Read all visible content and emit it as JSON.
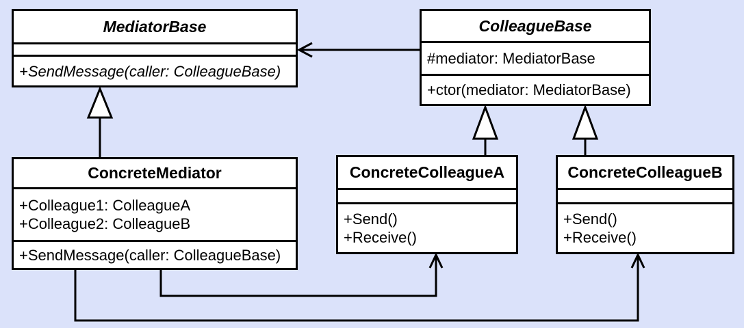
{
  "diagram": {
    "colors": {
      "background": "#dbe2fa",
      "class_fill": "#ffffff",
      "line": "#000000",
      "text": "#000000"
    },
    "classes": [
      {
        "name": "MediatorBase",
        "abstract": true,
        "attributes": [],
        "methods": [
          "+SendMessage(caller: ColleagueBase)"
        ]
      },
      {
        "name": "ColleagueBase",
        "abstract": true,
        "attributes": [
          "#mediator: MediatorBase"
        ],
        "methods": [
          "+ctor(mediator: MediatorBase)"
        ]
      },
      {
        "name": "ConcreteMediator",
        "abstract": false,
        "attributes": [
          "+Colleague1: ColleagueA",
          "+Colleague2: ColleagueB"
        ],
        "methods": [
          "+SendMessage(caller: ColleagueBase)"
        ]
      },
      {
        "name": "ConcreteColleagueA",
        "abstract": false,
        "attributes": [],
        "methods": [
          "+Send()",
          "+Receive()"
        ]
      },
      {
        "name": "ConcreteColleagueB",
        "abstract": false,
        "attributes": [],
        "methods": [
          "+Send()",
          "+Receive()"
        ]
      }
    ],
    "relationships": [
      {
        "type": "association",
        "from": "ColleagueBase",
        "to": "MediatorBase",
        "arrowhead": "open"
      },
      {
        "type": "generalization",
        "from": "ConcreteMediator",
        "to": "MediatorBase",
        "arrowhead": "hollow-triangle"
      },
      {
        "type": "generalization",
        "from": "ConcreteColleagueA",
        "to": "ColleagueBase",
        "arrowhead": "hollow-triangle"
      },
      {
        "type": "generalization",
        "from": "ConcreteColleagueB",
        "to": "ColleagueBase",
        "arrowhead": "hollow-triangle"
      },
      {
        "type": "association",
        "from": "ConcreteMediator",
        "to": "ConcreteColleagueA",
        "arrowhead": "open"
      },
      {
        "type": "association",
        "from": "ConcreteMediator",
        "to": "ConcreteColleagueB",
        "arrowhead": "open"
      }
    ]
  }
}
